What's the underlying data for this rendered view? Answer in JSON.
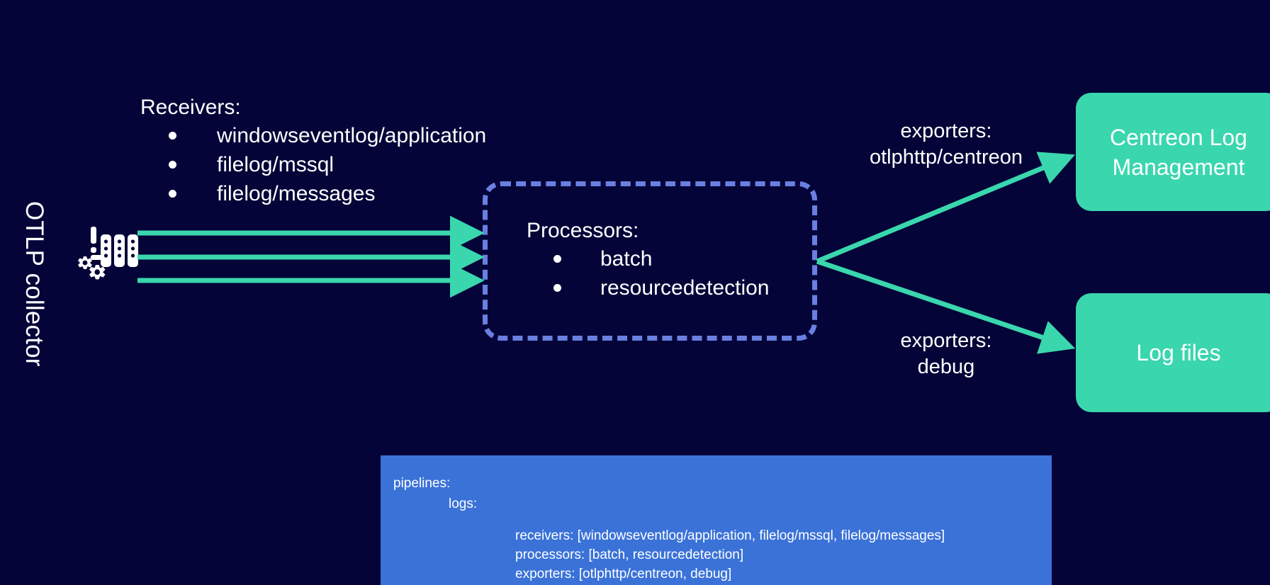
{
  "diagram": {
    "title_vertical": "OTLP collector",
    "colors": {
      "background": "#040438",
      "accent_green": "#3ad6ad",
      "dashed_blue": "#6a7fe0",
      "panel_blue": "#3a72d8",
      "text": "#ffffff"
    }
  },
  "receivers": {
    "heading": "Receivers:",
    "items": [
      "windowseventlog/application",
      "filelog/mssql",
      "filelog/messages"
    ]
  },
  "processors": {
    "heading": "Processors:",
    "items": [
      "batch",
      "resourcedetection"
    ]
  },
  "exporters": {
    "top": {
      "line1": "exporters:",
      "line2": "otlphttp/centreon"
    },
    "bottom": {
      "line1": "exporters:",
      "line2": "debug"
    }
  },
  "destinations": [
    {
      "label": "Centreon Log Management"
    },
    {
      "label": "Log files"
    }
  ],
  "yaml_panel": {
    "lines": [
      "pipelines:",
      "logs:",
      "receivers: [windowseventlog/application, filelog/mssql, filelog/messages]",
      "processors: [batch, resourcedetection]",
      "exporters: [otlphttp/centreon, debug]"
    ]
  }
}
